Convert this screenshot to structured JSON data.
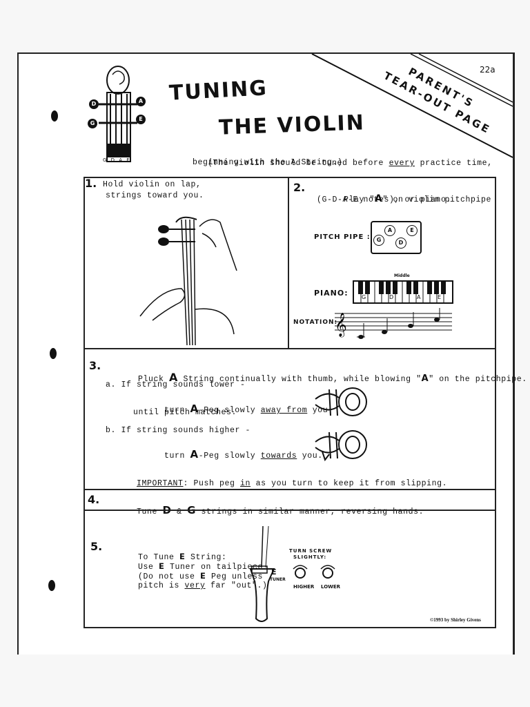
{
  "page_number": "22a",
  "banner": {
    "line1": "PARENT'S",
    "line2": "TEAR-OUT PAGE"
  },
  "title": {
    "line1": "TUNING",
    "line2": "THE VIOLIN"
  },
  "scroll_diagram": {
    "labels": [
      "D",
      "A",
      "G",
      "E"
    ],
    "strings": "G D A E"
  },
  "subtitle": {
    "pre": "(The violin should be tuned before ",
    "emph": "every",
    "post": " practice time,",
    "line2": "beginning with the A String.)"
  },
  "step1": {
    "number": "1.",
    "line1": "Hold violin on lap,",
    "line2": "strings toward you."
  },
  "step2": {
    "number": "2.",
    "line1_pre": "Play \"",
    "line1_emph": "A",
    "line1_post": "\" on violin pitchpipe",
    "line2": "(G-D-A-E notes), or piano.",
    "pitchpipe_label": "PITCH PIPE :",
    "pitchpipe_notes": [
      "G",
      "A",
      "D",
      "E"
    ],
    "piano_label": "PIANO:",
    "middle_label": "Middle",
    "piano_keys": [
      "G",
      "D",
      "A",
      "E"
    ],
    "notation_label": "NOTATION:"
  },
  "step3": {
    "number": "3.",
    "line_pre": "Pluck ",
    "line_A": "A",
    "line_mid": " String continually with thumb, while blowing \"",
    "line_A2": "A",
    "line_post": "\" on the pitchpipe.",
    "a_line1": "a. If string sounds lower -",
    "a_line2_pre": "turn ",
    "a_line2_A": "A",
    "a_line2_mid": "-Peg slowly ",
    "a_line2_emph": "away from",
    "a_line2_post": " you",
    "a_line3": "until pitch matches.",
    "b_line1": "b. If string sounds higher -",
    "b_line2_pre": "turn ",
    "b_line2_A": "A",
    "b_line2_mid": "-Peg slowly ",
    "b_line2_emph": "towards",
    "b_line2_post": " you.",
    "important_label": "IMPORTANT",
    "important_pre": ": Push peg ",
    "important_emph": "in",
    "important_post": " as you turn to keep it from slipping."
  },
  "step4": {
    "number": "4.",
    "pre": "Tune ",
    "D": "D",
    "amp": " & ",
    "G": "G",
    "post": " strings in similar manner, reversing hands."
  },
  "step5": {
    "number": "5.",
    "line1_pre": "To Tune ",
    "line1_E": "E",
    "line1_post": " String:",
    "line2_pre": "Use ",
    "line2_E": "E",
    "line2_post": " Tuner on tailpiece",
    "line3_pre": "(Do not use ",
    "line3_E": "E",
    "line3_post": " Peg unless",
    "line4_pre": "pitch is ",
    "line4_emph": "very",
    "line4_post": " far \"out\".)",
    "tuner_E": "E",
    "tuner_label": "TUNER",
    "screw_label1": "TURN SCREW",
    "screw_label2": "SLIGHTLY:",
    "higher": "HIGHER",
    "lower": "LOWER"
  },
  "copyright": "©1993 by Shirley Givens"
}
